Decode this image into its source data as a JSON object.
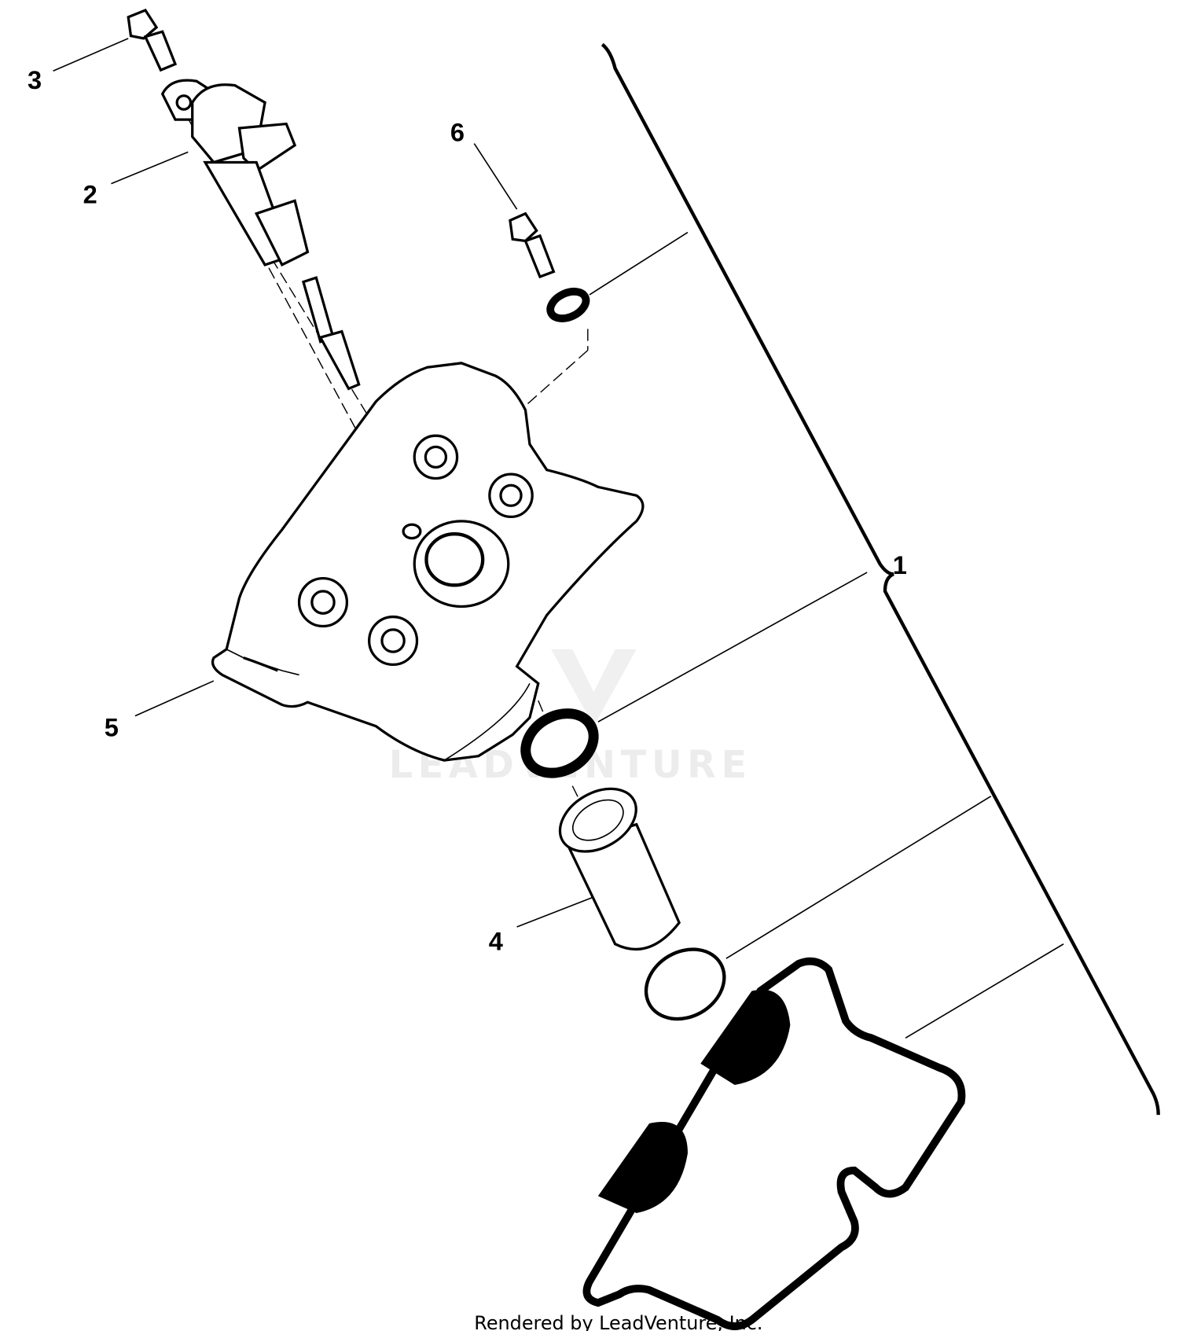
{
  "diagram": {
    "callouts": [
      {
        "number": "1"
      },
      {
        "number": "2"
      },
      {
        "number": "3"
      },
      {
        "number": "4"
      },
      {
        "number": "5"
      },
      {
        "number": "6"
      }
    ],
    "watermark": "LEADVENTURE",
    "footer": "Rendered by LeadVenture, Inc."
  }
}
